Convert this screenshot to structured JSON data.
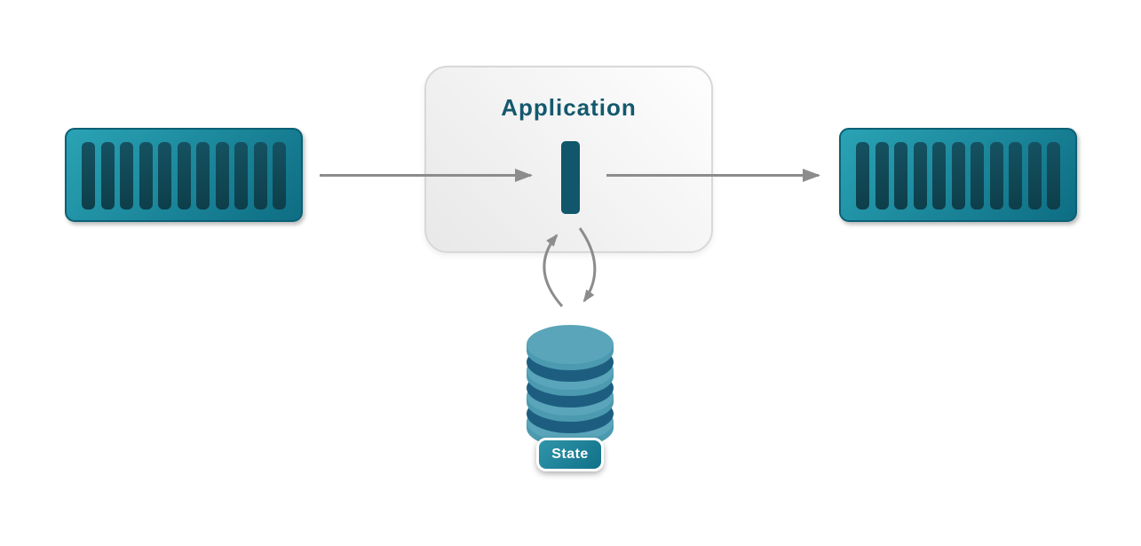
{
  "canvas": {
    "background": "#ffffff"
  },
  "application": {
    "title": "Application",
    "processor_icon": "vertical-bar-icon"
  },
  "input_stream": {
    "bar_count": 11,
    "icon": "partitioned-stream-icon"
  },
  "output_stream": {
    "bar_count": 11,
    "icon": "partitioned-stream-icon"
  },
  "state_store": {
    "label": "State",
    "disk_count": 4,
    "icon": "database-icon"
  },
  "arrows": {
    "input": "left-to-application-arrow",
    "output": "application-to-right-arrow",
    "state_read": "state-to-application-curved-arrow",
    "state_write": "application-to-state-curved-arrow"
  },
  "colors": {
    "canvas_bg": "#ffffff",
    "stream_light": "#2aa3b5",
    "stream_dark": "#0e6d83",
    "stream_edge": "#0b6075",
    "stream_bar_light": "#155262",
    "stream_bar_dark": "#0d3e4a",
    "app_border": "#d8d8d8",
    "app_title": "#14586e",
    "processor": "#11566a",
    "arrow": "#8c8c8c",
    "db_top": "#5aa5b9",
    "db_side": "#4c9ab0",
    "db_gap": "#1d5e80",
    "badge_light": "#2f95a9",
    "badge_dark": "#117189"
  }
}
